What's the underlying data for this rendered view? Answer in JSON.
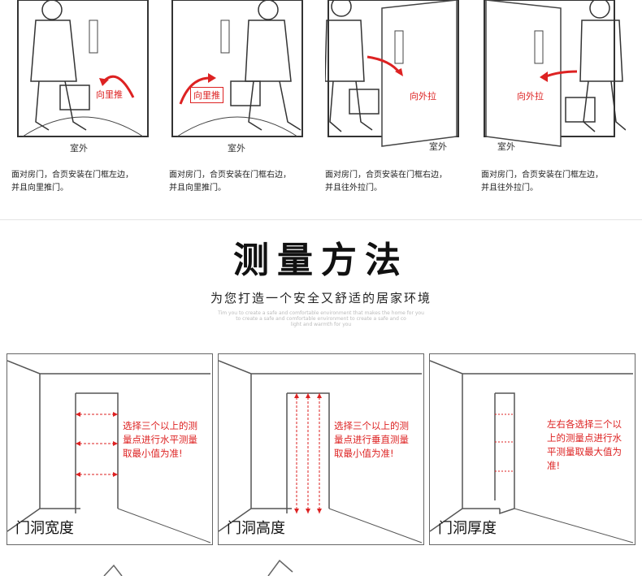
{
  "top_panels": [
    {
      "room": "室外",
      "arrow": "向里推",
      "caption_line1": "面对房门，合页安装在门框左边，",
      "caption_line2": "并且向里推门。"
    },
    {
      "room": "室外",
      "arrow": "向里推",
      "caption_line1": "面对房门，合页安装在门框右边，",
      "caption_line2": "并且向里推门。"
    },
    {
      "room": "室外",
      "arrow": "向外拉",
      "caption_line1": "面对房门，合页安装在门框右边，",
      "caption_line2": "并且往外拉门。"
    },
    {
      "room": "室外",
      "arrow": "向外拉",
      "caption_line1": "面对房门，合页安装在门框左边，",
      "caption_line2": "并且往外拉门。"
    }
  ],
  "section": {
    "title": "测量方法",
    "subtitle": "为您打造一个安全又舒适的居家环境",
    "fine_print_1": "Tim you to create a safe and comfortable environment that makes the home for you",
    "fine_print_2": "to create a safe and comfortable environment to create a safe and co",
    "fine_print_3": "light and warmth for you"
  },
  "measure_panels": [
    {
      "instruction": [
        "选择三个以上的测",
        "量点进行水平测量",
        "取最小值为准!"
      ],
      "label": "门洞宽度"
    },
    {
      "instruction": [
        "选择三个以上的测",
        "量点进行垂直测量",
        "取最小值为准!"
      ],
      "label": "门洞高度"
    },
    {
      "instruction": [
        "左右各选择三个以",
        "上的测量点进行水",
        "平测量取最大值为",
        "准!"
      ],
      "label": "门洞厚度"
    }
  ],
  "colors": {
    "accent": "#d22222",
    "line": "#555555"
  }
}
